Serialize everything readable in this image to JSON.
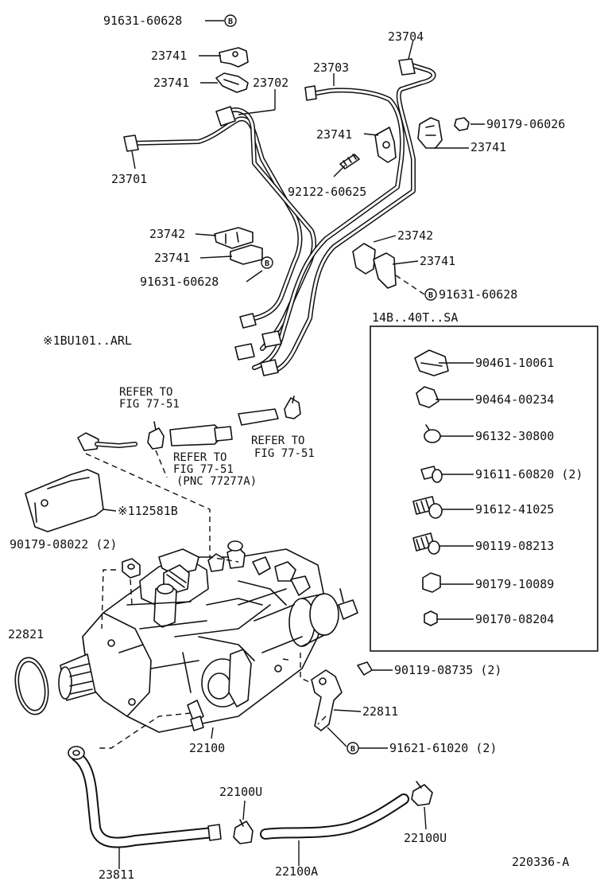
{
  "parts": {
    "p1": "91631-60628",
    "p2": "23741",
    "p3": "23741",
    "p4": "23702",
    "p5": "23704",
    "p6": "23703",
    "p7": "90179-06026",
    "p8": "23741",
    "p9": "23741",
    "p10": "23701",
    "p11": "92122-60625",
    "p12": "23742",
    "p13": "23741",
    "p14": "91631-60628",
    "p15": "23742",
    "p16": "23741",
    "p17": "91631-60628",
    "p18": "※1BU101..ARL",
    "p19": "※112581B",
    "p20": "90179-08022 (2)",
    "p21": "22821",
    "p22": "22100",
    "p23": "90119-08735 (2)",
    "p24": "22811",
    "p25": "91621-61020 (2)",
    "p26": "22100U",
    "p27": "22100U",
    "p28": "23811",
    "p29": "22100A",
    "p30": "220336-A"
  },
  "refer": {
    "r1_line1": "REFER TO",
    "r1_line2": "FIG 77-51",
    "r2_line1": "REFER TO",
    "r2_line2": "FIG 77-51",
    "r2_line3": "(PNC 77277A)",
    "r3_line1": "REFER TO",
    "r3_line2": "FIG 77-51"
  },
  "inset": {
    "title": "14B..40T..SA",
    "items": [
      "90461-10061",
      "90464-00234",
      "96132-30800",
      "91611-60820 (2)",
      "91612-41025",
      "90119-08213",
      "90179-10089",
      "90170-08204"
    ]
  },
  "marker": "B"
}
